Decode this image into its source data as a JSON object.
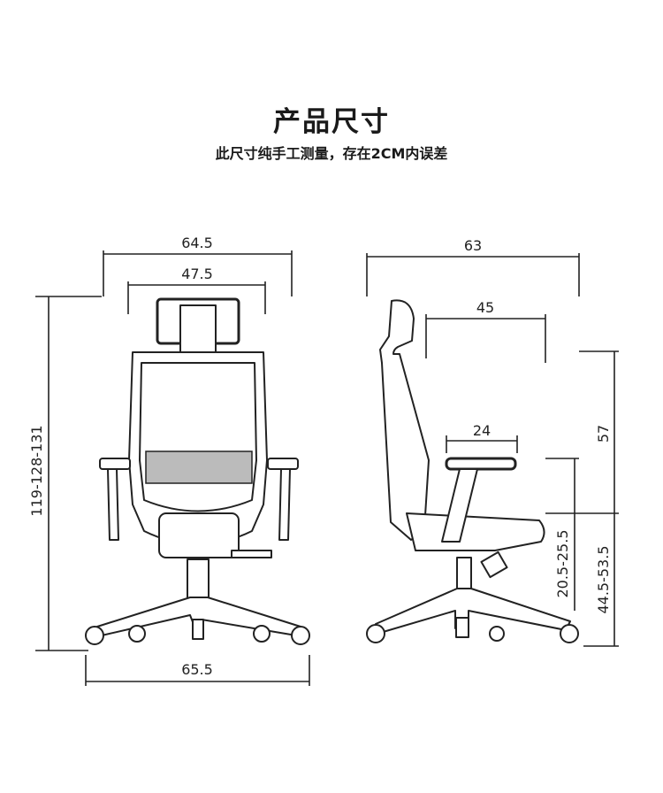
{
  "header": {
    "title": "产品尺寸",
    "subtitle": "此尺寸纯手工测量，存在2CM内误差"
  },
  "front_view": {
    "overall_width": "64.5",
    "backrest_width": "47.5",
    "height_range": "119-128-131",
    "base_width": "65.5"
  },
  "side_view": {
    "overall_depth": "63",
    "seat_depth": "45",
    "armrest_length": "24",
    "backrest_height": "57",
    "armrest_height_range": "20.5-25.5",
    "seat_height_range": "44.5-53.5"
  }
}
